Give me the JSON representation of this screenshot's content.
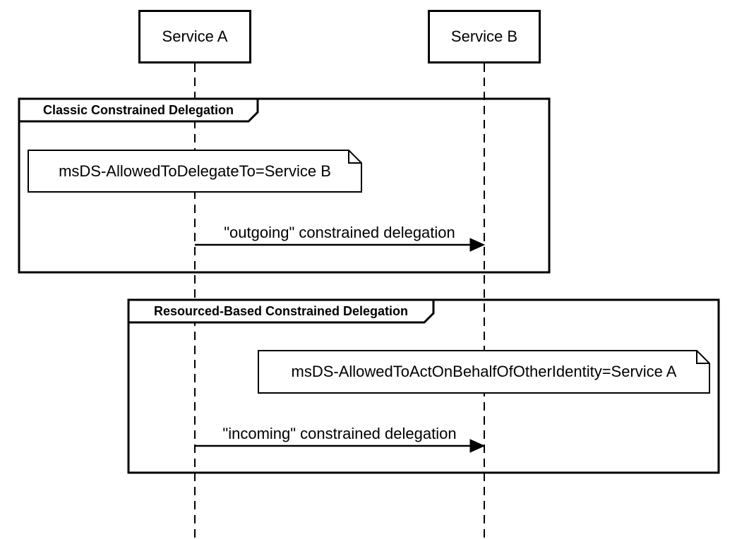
{
  "diagram": {
    "type": "uml-sequence-diagram",
    "colors": {
      "stroke": "#000000",
      "fill": "#ffffff"
    },
    "participants": [
      {
        "label": "Service A"
      },
      {
        "label": "Service B"
      }
    ],
    "frames": [
      {
        "title": "Classic Constrained Delegation",
        "note": "msDS-AllowedToDelegateTo=Service B",
        "message": {
          "label": "\"outgoing\" constrained delegation",
          "from": "Service A",
          "to": "Service B"
        }
      },
      {
        "title": "Resourced-Based Constrained Delegation",
        "note": "msDS-AllowedToActOnBehalfOfOtherIdentity=Service A",
        "message": {
          "label": "\"incoming\" constrained delegation",
          "from": "Service A",
          "to": "Service B"
        }
      }
    ]
  }
}
